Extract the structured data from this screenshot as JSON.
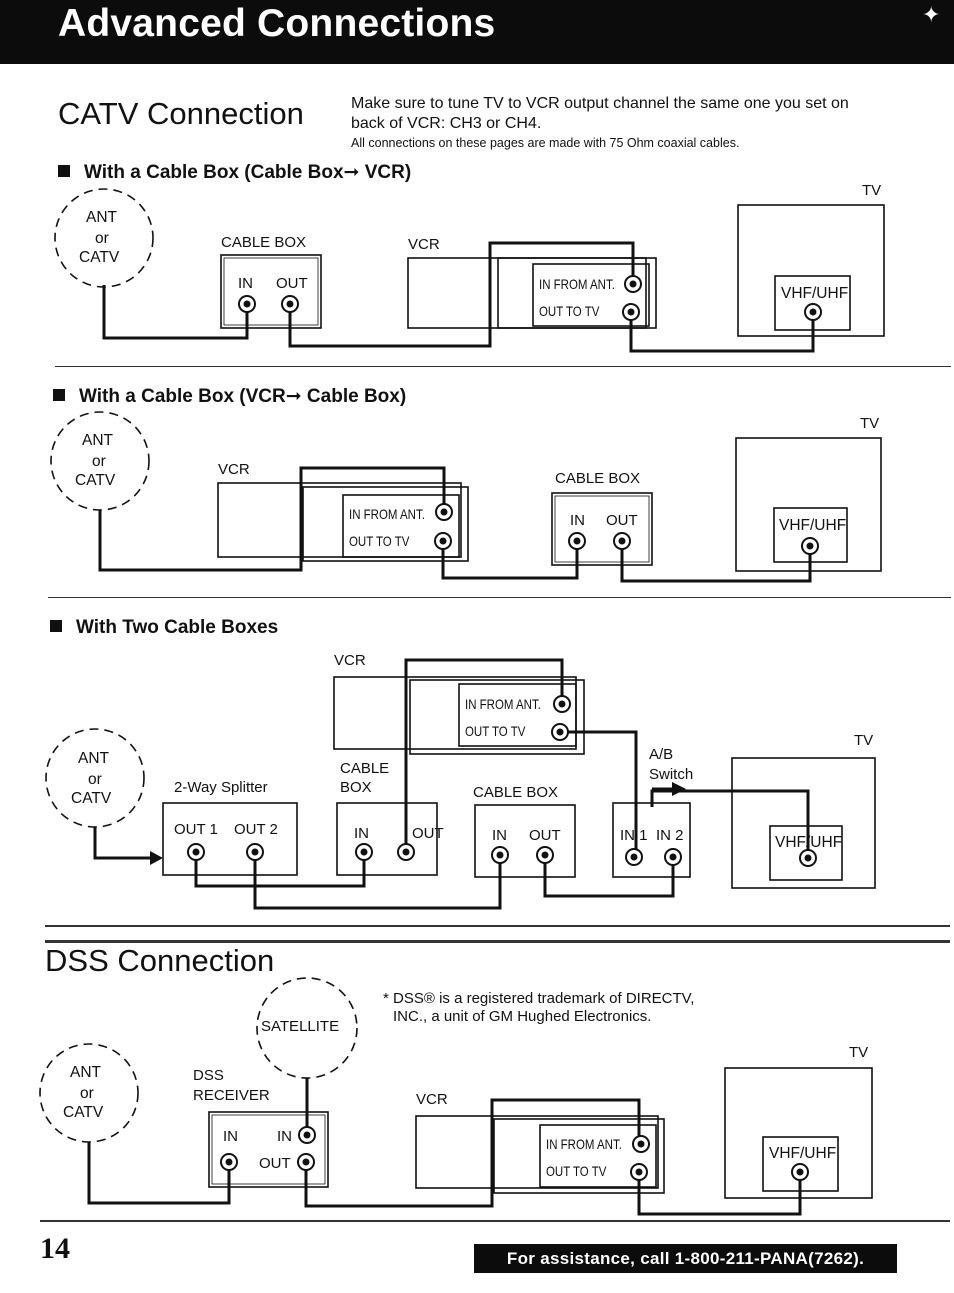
{
  "header": {
    "title": "Advanced Connections"
  },
  "catv": {
    "title": "CATV Connection",
    "note_line1": "Make sure to tune TV to VCR output channel the same one you set on",
    "note_line2": "back of VCR: CH3 or CH4.",
    "coax_note": "All connections on these pages are made with 75 Ohm coaxial cables."
  },
  "labels": {
    "ant": "ANT",
    "or": "or",
    "catv": "CATV",
    "cable_box": "CABLE BOX",
    "vcr": "VCR",
    "tv": "TV",
    "in": "IN",
    "out": "OUT",
    "in_from_ant": "IN FROM ANT.",
    "out_to_tv": "OUT TO TV",
    "vhf_uhf": "VHF/UHF",
    "cable": "CABLE",
    "box": "BOX",
    "splitter": "2-Way Splitter",
    "out1": "OUT 1",
    "out2": "OUT 2",
    "ab": "A/B",
    "switch": "Switch",
    "in1": "IN 1",
    "in2": "IN 2",
    "satellite": "SATELLITE",
    "dss": "DSS",
    "receiver": "RECEIVER"
  },
  "sections": {
    "s1": "With a Cable Box (Cable Box➞ VCR)",
    "s2": "With a Cable Box (VCR➞ Cable Box)",
    "s3": "With Two Cable Boxes"
  },
  "dss": {
    "title": "DSS Connection",
    "trademark_line1": "* DSS® is a registered trademark of DIRECTV,",
    "trademark_line2": "INC., a unit of GM Hughed Electronics."
  },
  "footer": {
    "page_number": "14",
    "assistance": "For assistance, call 1-800-211-PANA(7262)."
  }
}
